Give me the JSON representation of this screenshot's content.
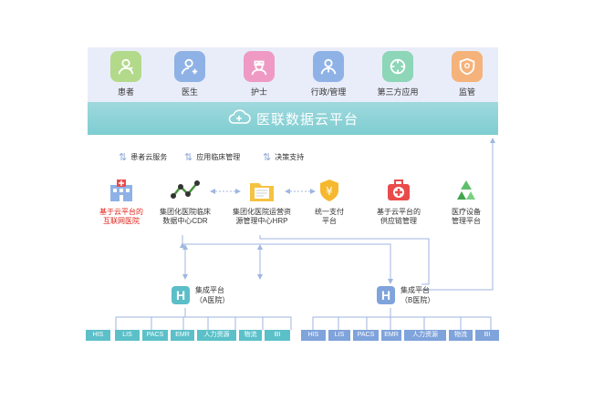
{
  "roles": [
    {
      "label": "患者",
      "icon": "patient-icon",
      "color": "#b3d98a"
    },
    {
      "label": "医生",
      "icon": "doctor-icon",
      "color": "#8fb2e6"
    },
    {
      "label": "护士",
      "icon": "nurse-icon",
      "color": "#ef9ac4"
    },
    {
      "label": "行政/管理",
      "icon": "admin-icon",
      "color": "#8fb2e6"
    },
    {
      "label": "第三方应用",
      "icon": "third-party-icon",
      "color": "#8dd6b8"
    },
    {
      "label": "监管",
      "icon": "supervision-icon",
      "color": "#f5b27a"
    }
  ],
  "cloud": {
    "title": "医联数据云平台",
    "icon": "cloud-plus-icon"
  },
  "services": {
    "patient": "患者云服务",
    "clinical": "应用临床管理",
    "decision": "决策支持"
  },
  "modules": {
    "internet_hospital": "基于云平台的\n互联网医院",
    "cdr": "集团化医院临床\n数据中心CDR",
    "hrp": "集团化医院运营资\n源管理中心HRP",
    "payment": "统一支付\n平台",
    "supply": "基于云平台的\n供应链管理",
    "equipment": "医疗设备\n管理平台"
  },
  "hubs": {
    "a": {
      "icon_letter": "H",
      "label": "集成平台\n（A医院）"
    },
    "b": {
      "icon_letter": "H",
      "label": "集成平台\n（B医院）"
    }
  },
  "systems_a": [
    "HIS",
    "LIS",
    "PACS",
    "EMR",
    "人力资源",
    "物流",
    "BI"
  ],
  "systems_b": [
    "HIS",
    "LIS",
    "PACS",
    "EMR",
    "人力资源",
    "物流",
    "BI"
  ],
  "colors": {
    "teal": "#5cc0c9",
    "blue": "#7fa3db",
    "line": "#9fb6e0",
    "red": "#e2241b"
  }
}
